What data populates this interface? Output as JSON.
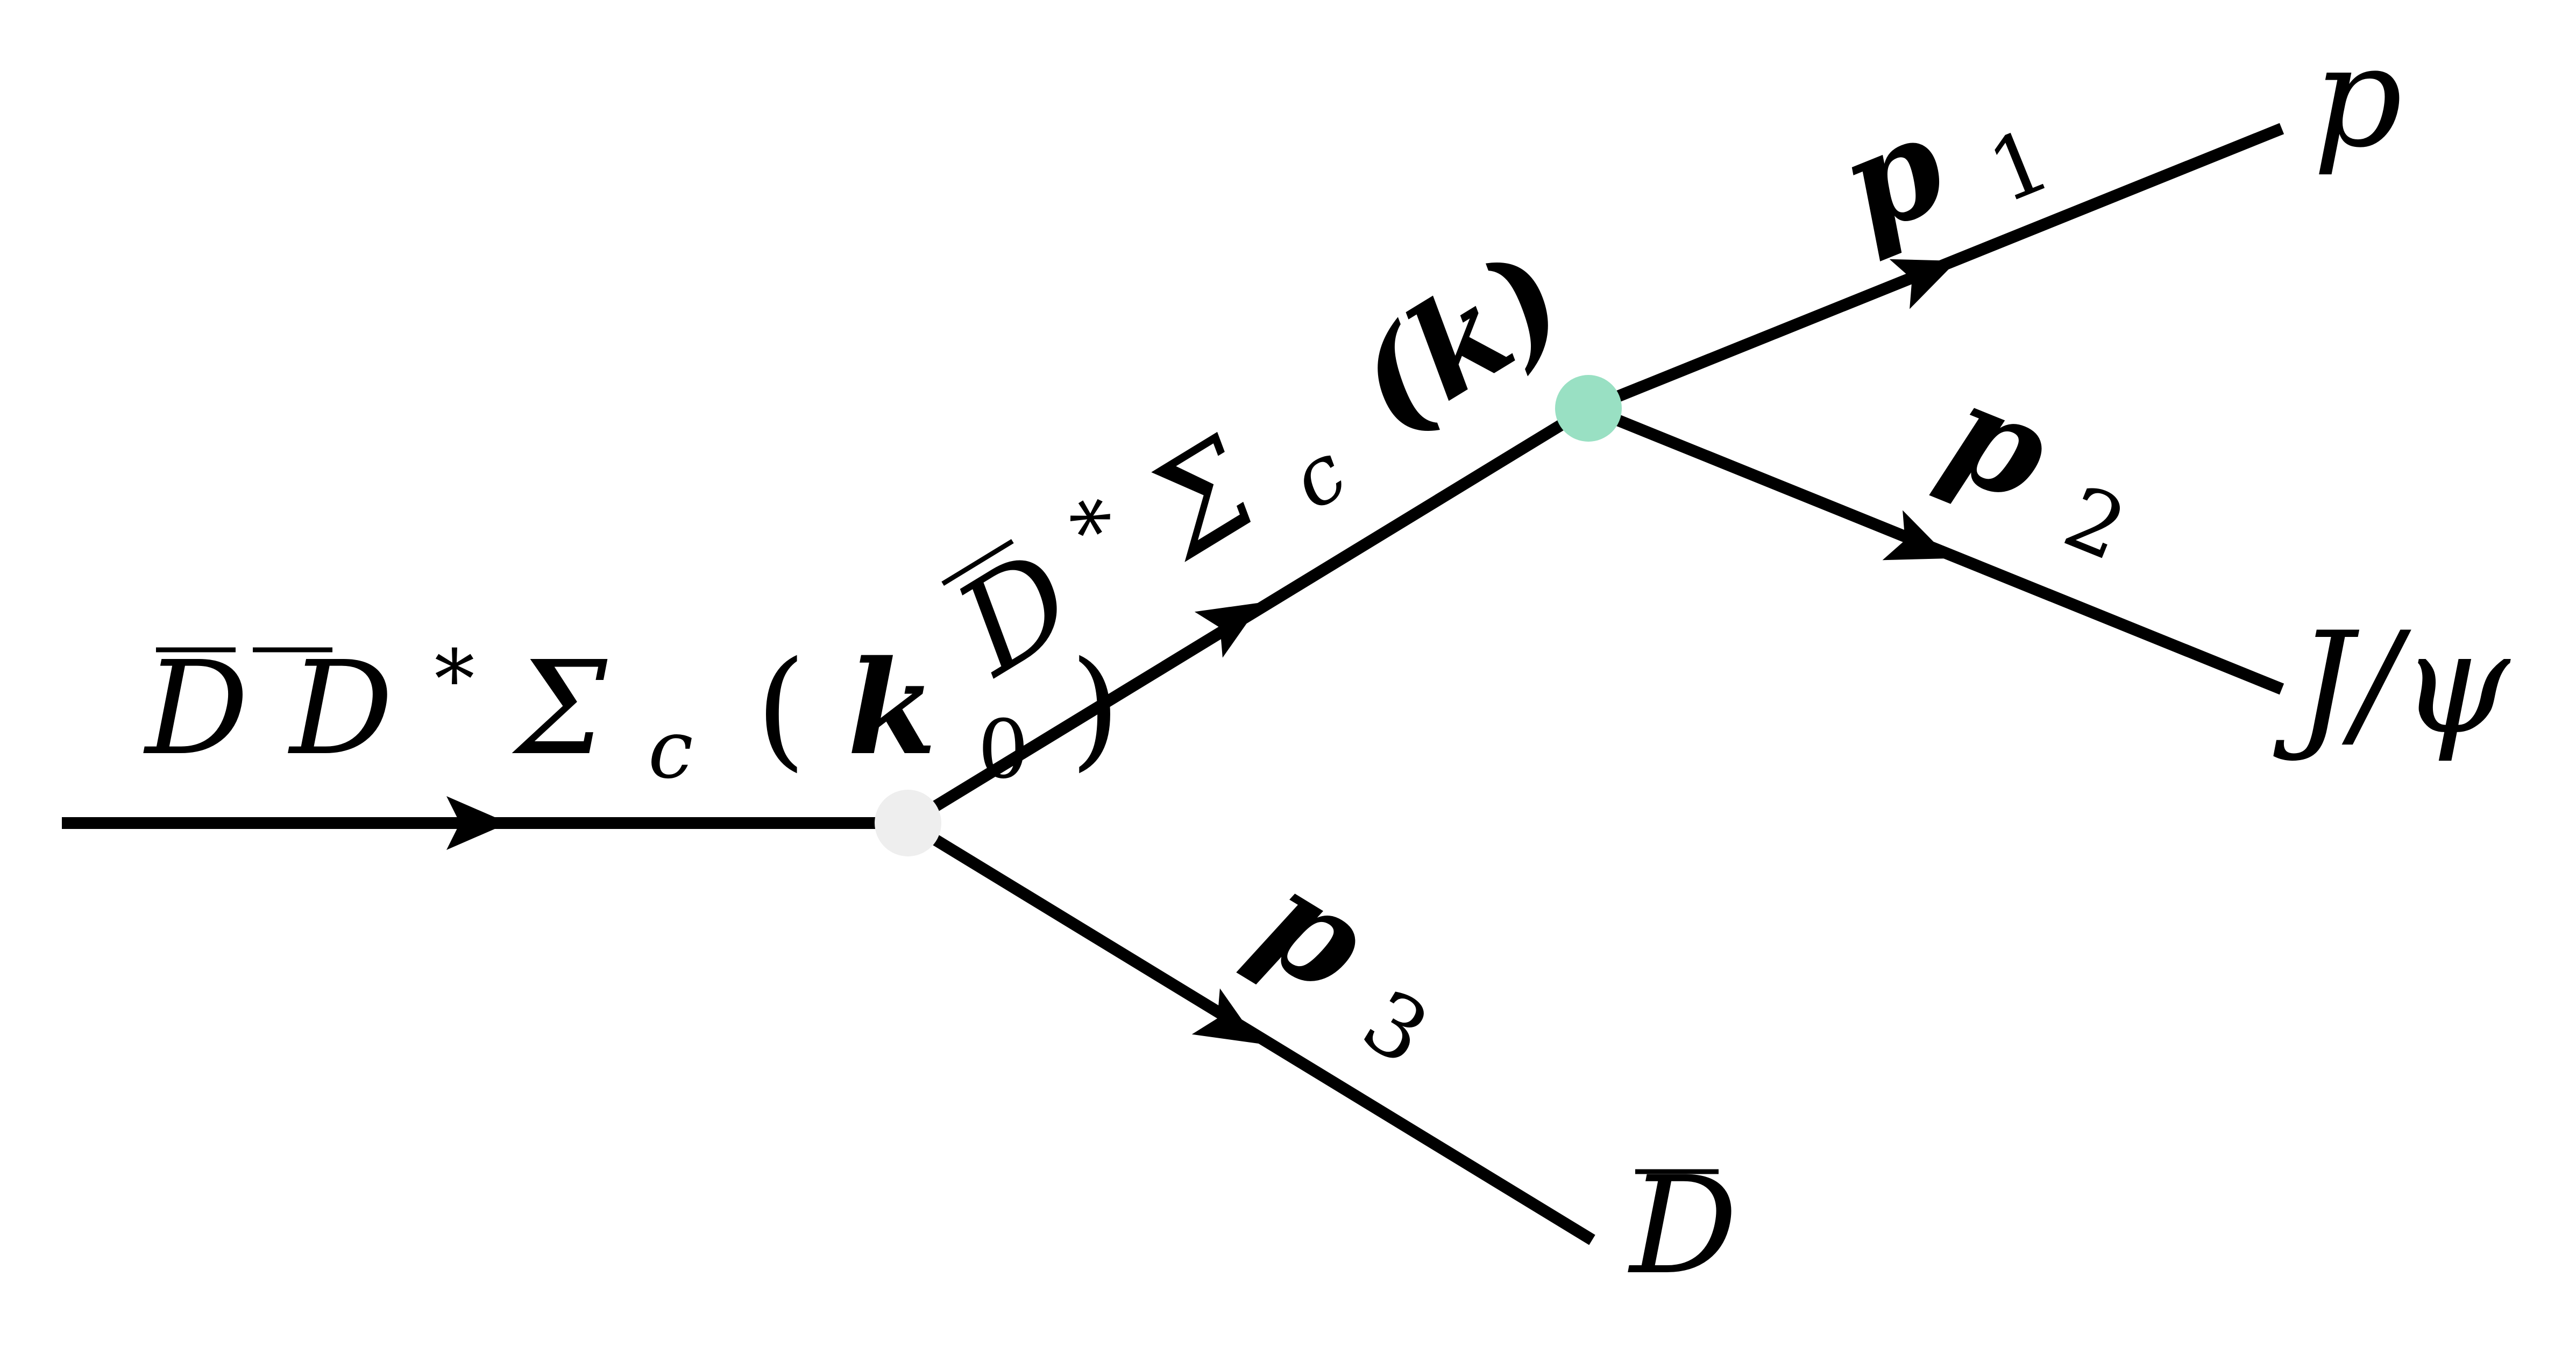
{
  "vertex_colors": {
    "left": "#eeeeee",
    "right": "#99e0c3"
  },
  "labels": {
    "incoming": {
      "d1": "D",
      "d2": "D",
      "star": "*",
      "sigma": "Σ",
      "sub": "c",
      "momentum_open": "(",
      "momentum_k": "k",
      "momentum_sub": "0",
      "momentum_close": ")"
    },
    "intermediate": {
      "d": "D",
      "star": "*",
      "sigma": "Σ",
      "sub": "c",
      "momentum": "(k)"
    },
    "p1": {
      "main": "p",
      "sub": "1"
    },
    "p2": {
      "main": "p",
      "sub": "2"
    },
    "p3": {
      "main": "p",
      "sub": "3"
    },
    "out_p": "p",
    "out_jpsi": "J/ψ",
    "out_dbar": "D"
  }
}
